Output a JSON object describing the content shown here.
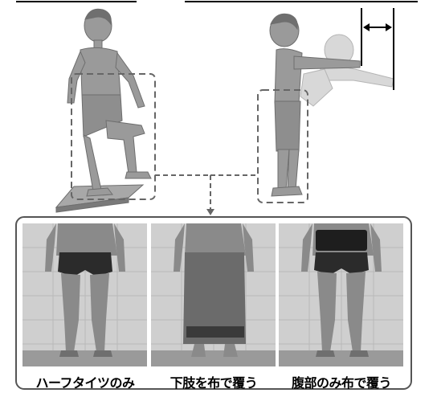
{
  "captions": {
    "photo_1": "ハーフタイツのみ",
    "photo_2": "下肢を布で覆う",
    "photo_3": "腹部のみ布で覆う"
  },
  "colors": {
    "figure_fill": "#9a9a9a",
    "dashed_box": "#666666",
    "arrow": "#000000",
    "panel_border": "#555555",
    "tile": "#d4d4d4",
    "skin": "#8a8a8a",
    "brief": "#2b2b2b",
    "towel": "#6b6b6b",
    "belt": "#1e1e1e"
  },
  "icons": {
    "figure_step": "figure-stepping-on-platform",
    "figure_reach": "figure-forward-reach",
    "distance_arrow": "double-headed-arrow"
  }
}
